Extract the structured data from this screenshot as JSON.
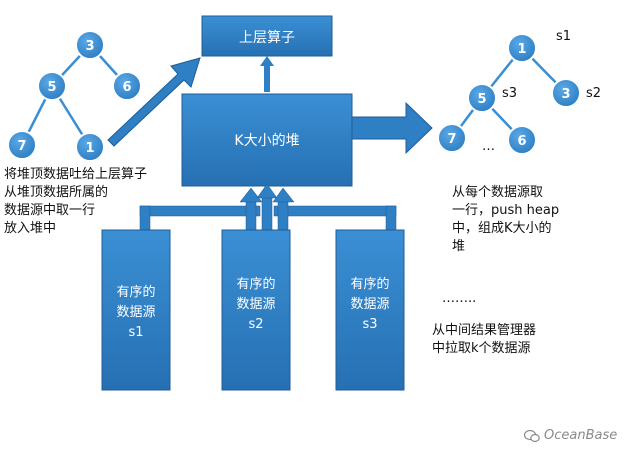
{
  "top_box": "上层算子",
  "heap_box": "K大小的堆",
  "sources": [
    {
      "line1": "有序的",
      "line2": "数据源",
      "line3": "s1"
    },
    {
      "line1": "有序的",
      "line2": "数据源",
      "line3": "s2"
    },
    {
      "line1": "有序的",
      "line2": "数据源",
      "line3": "s3"
    }
  ],
  "left_tree": {
    "n1": "3",
    "n2": "5",
    "n3": "6",
    "n4": "7",
    "n5": "1"
  },
  "right_tree": {
    "n1": "1",
    "n2": "5",
    "n3": "3",
    "n4": "7",
    "n5": "6",
    "lbl_n1": "s1",
    "lbl_n2": "s3",
    "lbl_n3": "s2",
    "ellipsis": "…"
  },
  "left_caption": [
    "将堆顶数据吐给上层算子",
    "从堆顶数据所属的",
    "数据源中取一行",
    "放入堆中"
  ],
  "right_caption1": [
    "从每个数据源取",
    "一行，push heap",
    "中，组成K大小的",
    "堆"
  ],
  "dots": "……..",
  "right_caption2": [
    "从中间结果管理器",
    "中拉取k个数据源"
  ],
  "watermark": "OceanBase",
  "colors": {
    "box": "#2f7fc4",
    "box_border": "#1f5d96",
    "node": "#3a8fd3",
    "node_stroke": "#ffffff"
  }
}
